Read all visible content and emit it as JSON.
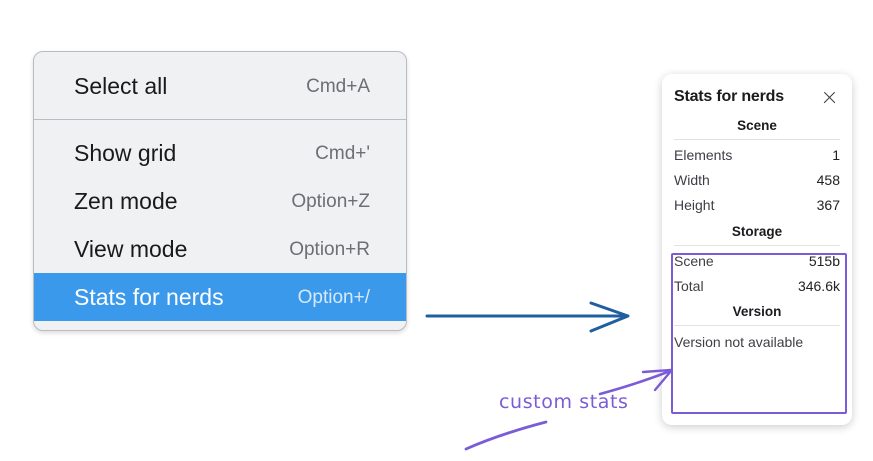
{
  "menu": {
    "groups": [
      {
        "items": [
          {
            "label": "Select all",
            "shortcut": "Cmd+A",
            "highlighted": false
          }
        ]
      },
      {
        "items": [
          {
            "label": "Show grid",
            "shortcut": "Cmd+'",
            "highlighted": false
          },
          {
            "label": "Zen mode",
            "shortcut": "Option+Z",
            "highlighted": false
          },
          {
            "label": "View mode",
            "shortcut": "Option+R",
            "highlighted": false
          },
          {
            "label": "Stats for nerds",
            "shortcut": "Option+/",
            "highlighted": true
          }
        ]
      }
    ],
    "highlight_color": "#3b99ec"
  },
  "stats_panel": {
    "title": "Stats for nerds",
    "close_icon": "close-icon",
    "sections": [
      {
        "heading": "Scene",
        "rows": [
          {
            "key": "Elements",
            "value": "1"
          },
          {
            "key": "Width",
            "value": "458"
          },
          {
            "key": "Height",
            "value": "367"
          }
        ]
      },
      {
        "heading": "Storage",
        "rows": [
          {
            "key": "Scene",
            "value": "515b"
          },
          {
            "key": "Total",
            "value": "346.6k"
          }
        ]
      },
      {
        "heading": "Version",
        "plain_rows": [
          "Version not available"
        ]
      }
    ]
  },
  "annotations": {
    "custom_stats_label": "custom stats",
    "purple_color": "#7b5cd6",
    "blue_arrow_color": "#1f5fa0"
  }
}
